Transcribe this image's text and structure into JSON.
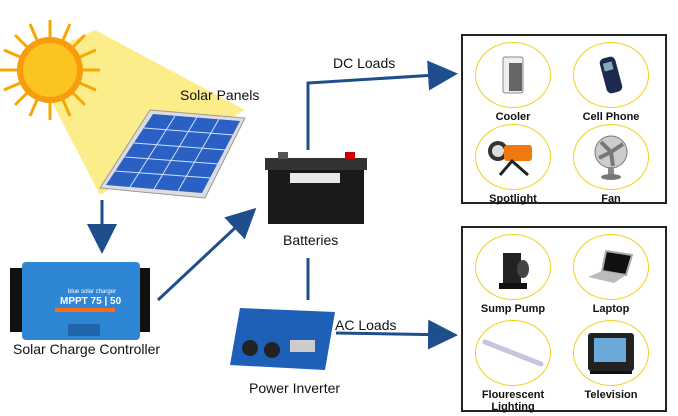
{
  "labels": {
    "solar_panels": "Solar Panels",
    "controller": "Solar Charge Controller",
    "batteries": "Batteries",
    "inverter": "Power Inverter",
    "dc_loads": "DC Loads",
    "ac_loads": "AC Loads"
  },
  "controller_text": {
    "line1": "blue solar charger",
    "line2": "MPPT 75 | 50"
  },
  "dc_items": [
    {
      "name": "Cooler"
    },
    {
      "name": "Cell Phone"
    },
    {
      "name": "Spotlight"
    },
    {
      "name": "Fan"
    }
  ],
  "ac_items": [
    {
      "name": "Sump Pump"
    },
    {
      "name": "Laptop"
    },
    {
      "name": "Flourescent Lighting"
    },
    {
      "name": "Television"
    }
  ],
  "colors": {
    "arrow": "#1f4e8c",
    "beam": "#fbee8a",
    "panel": "#2a5fc4",
    "controller": "#2f86d4",
    "inverter": "#1e5fb8",
    "circle": "#f0d020"
  }
}
